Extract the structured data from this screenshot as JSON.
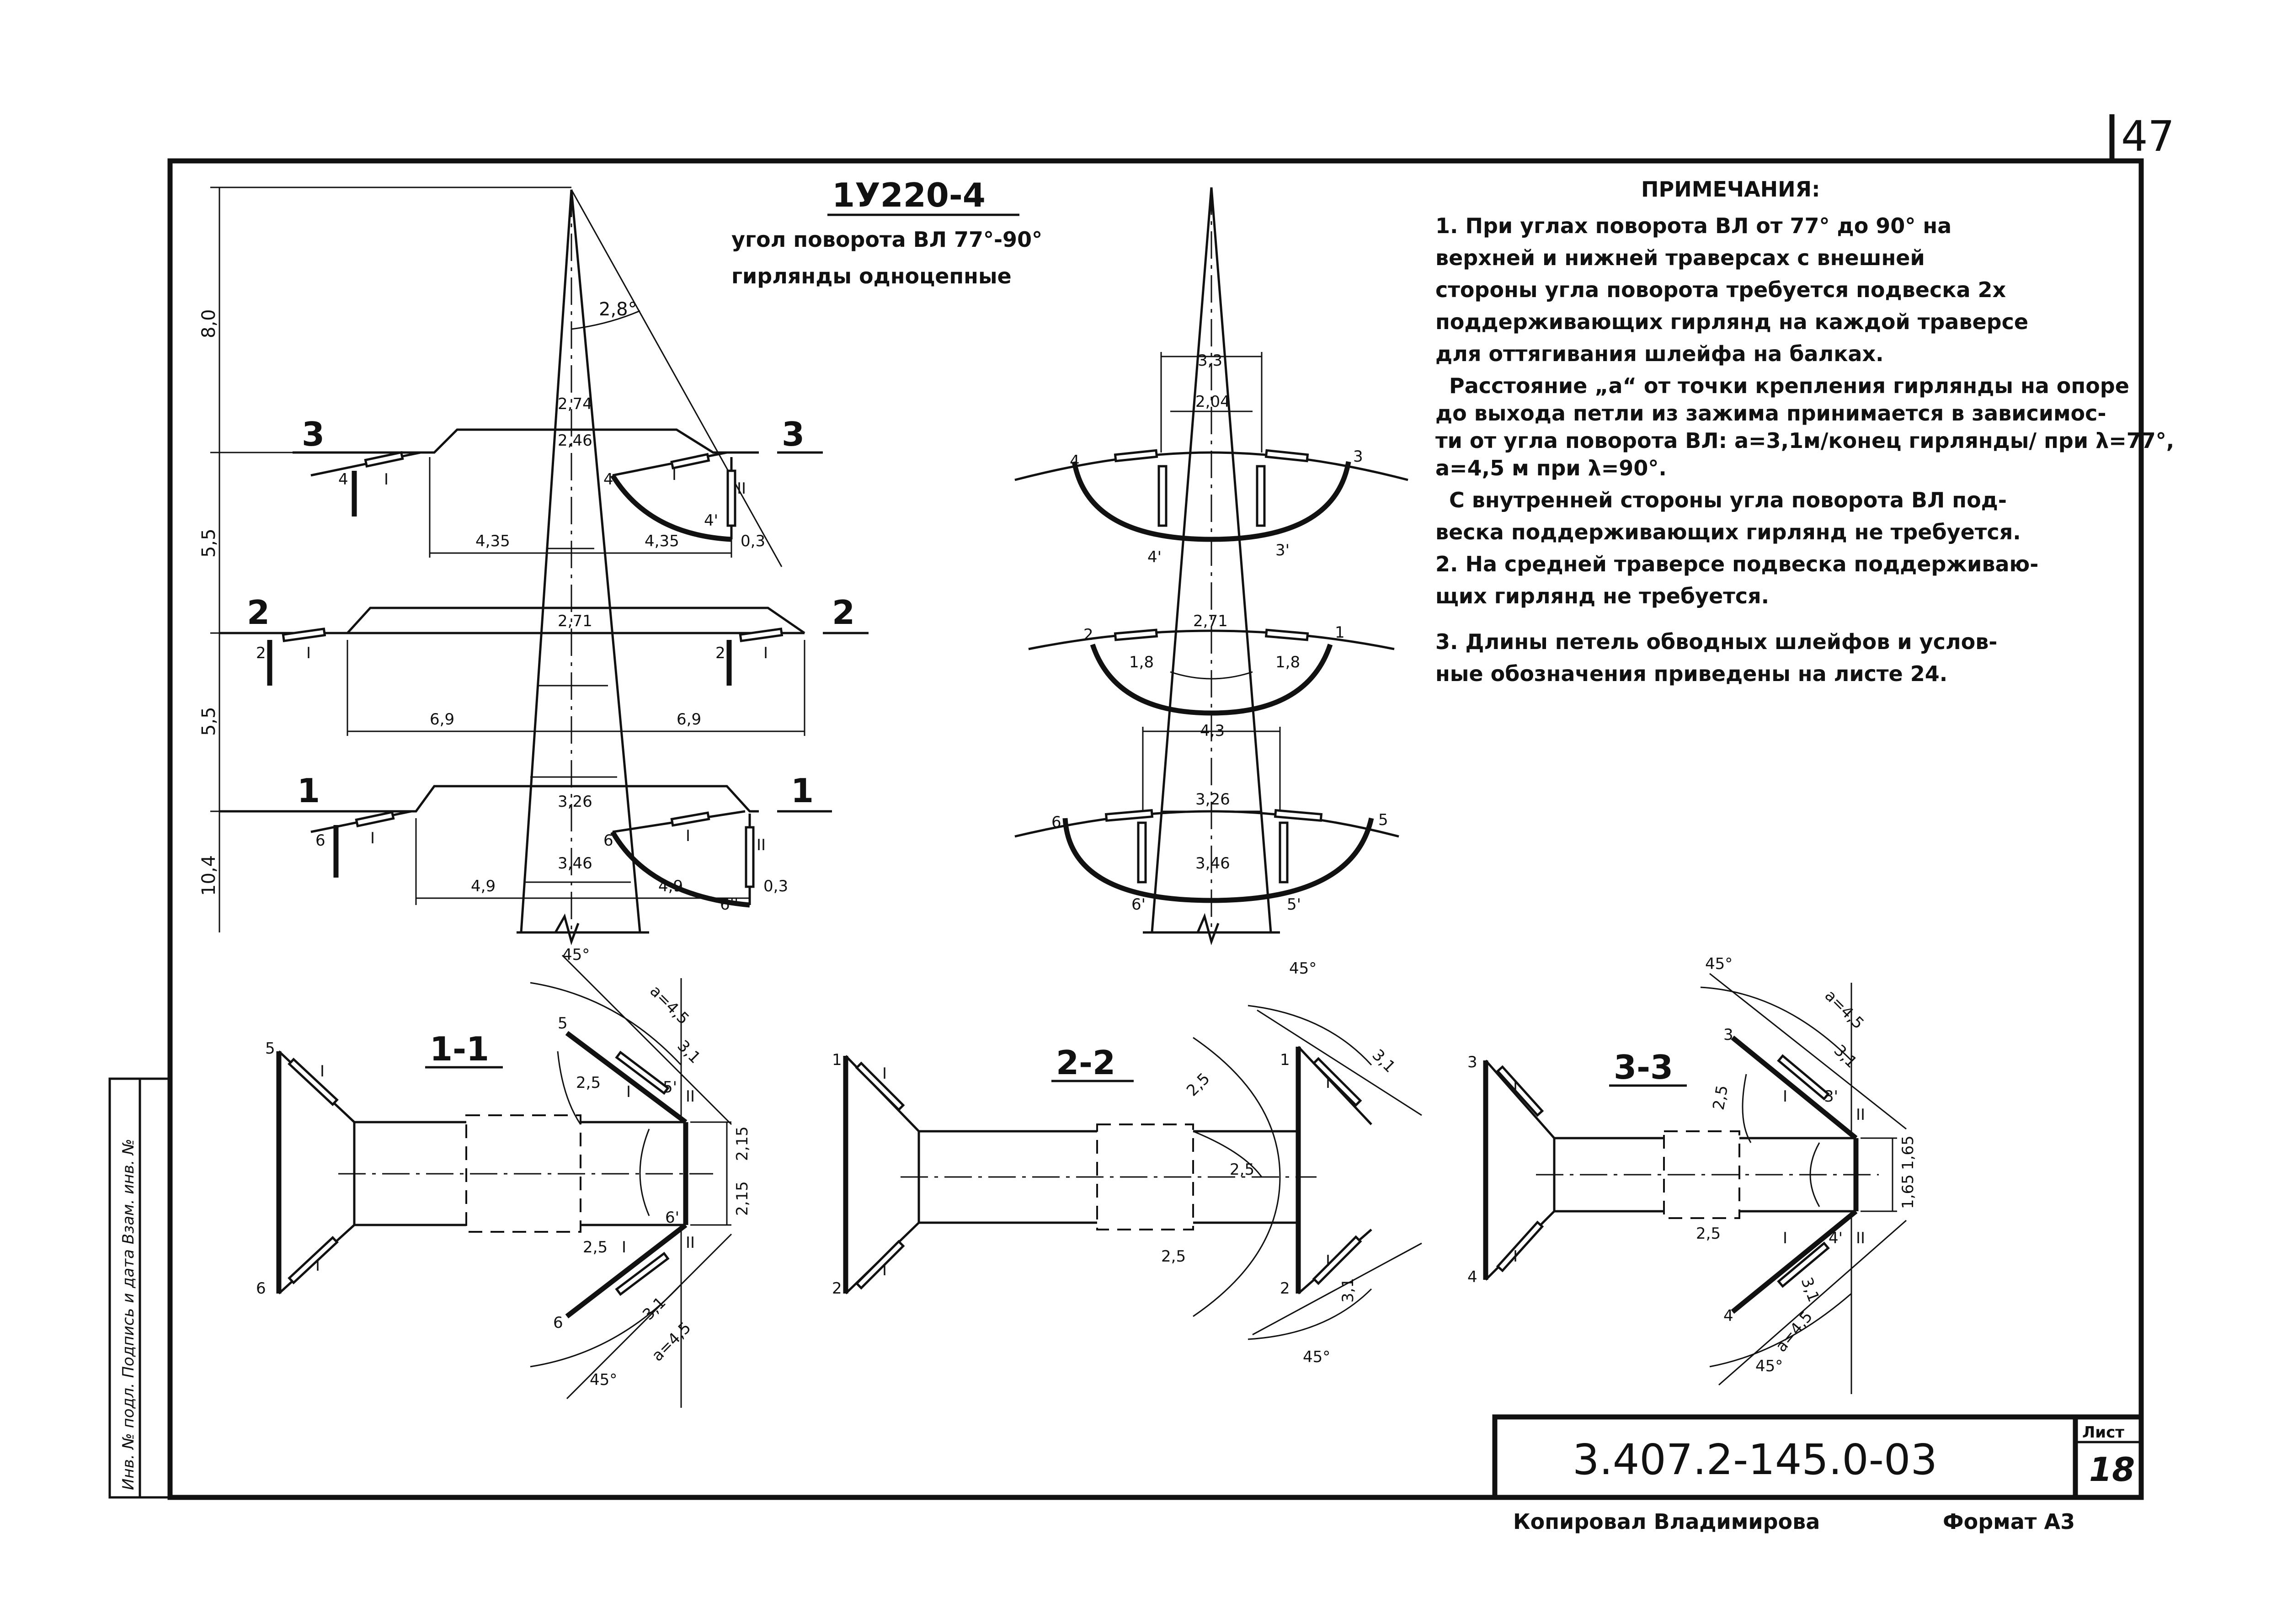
{
  "sheet_corner": "47",
  "title": {
    "code": "1У220-4",
    "line1": "угол поворота ВЛ 77°-90°",
    "line2": "гирлянды одноцепные"
  },
  "notes": {
    "heading": "ПРИМЕЧАНИЯ:",
    "lines": [
      "1. При углах поворота ВЛ от 77° до 90° на",
      "верхней и нижней траверсах с внешней",
      "стороны угла поворота требуется подвеска 2х",
      "поддерживающих гирлянд на каждой траверсе",
      "для оттягивания шлейфа на балках.",
      "Расстояние „а“ от точки крепления гирлянды на опоре",
      "до выхода петли из зажима принимается в зависимос-",
      "ти от угла поворота ВЛ: а=3,1м/конец гирлянды/ при λ=77°,",
      "а=4,5 м при λ=90°.",
      "С внутренней стороны угла поворота ВЛ под-",
      "веска поддерживающих гирлянд не требуется.",
      "2. На средней траверсе подвеска поддерживаю-",
      "щих гирлянд не требуется.",
      "3. Длины петель обводных шлейфов и услов-",
      "ные обозначения приведены на листе 24."
    ]
  },
  "front_view": {
    "heights": [
      "8,0",
      "5,5",
      "5,5",
      "10,4"
    ],
    "angle": "2,8°",
    "top_traverse": {
      "label": "3",
      "dim_top": "2,74",
      "dim_mid": "2,46",
      "left": "4,35",
      "right": "4,35",
      "offset": "0,3"
    },
    "mid_traverse": {
      "label": "2",
      "dim_mid": "2,71",
      "left": "6,9",
      "right": "6,9"
    },
    "bot_traverse": {
      "label": "1",
      "dim_mid": "3,26",
      "dim_low": "3,46",
      "left": "4,9",
      "right": "4,9",
      "offset": "0,3"
    },
    "phase_marks": [
      "4",
      "4'",
      "2",
      "6",
      "6'",
      "I",
      "II"
    ]
  },
  "side_view": {
    "top": {
      "w1": "3,3",
      "w2": "2,04",
      "left": "4",
      "left2": "4'",
      "right": "3",
      "right2": "3'"
    },
    "mid": {
      "w": "2,71",
      "left": "2",
      "right": "1",
      "r": "1,8"
    },
    "bot": {
      "w1": "4,3",
      "w2": "3,26",
      "w3": "3,46",
      "left": "6",
      "left2": "6'",
      "right": "5",
      "right2": "5'"
    }
  },
  "sections": [
    {
      "label": "1-1",
      "angle": "45°",
      "a_top": "a=4,5",
      "a_bot": "a=4,5",
      "d31": "3,1",
      "r": "2,5",
      "h1": "2,15",
      "h2": "2,15",
      "pts": [
        "5",
        "6",
        "5'",
        "6'"
      ]
    },
    {
      "label": "2-2",
      "angle": "45°",
      "d31": "3,1",
      "r": "2,5",
      "pts": [
        "1",
        "2"
      ]
    },
    {
      "label": "3-3",
      "angle": "45°",
      "a_top": "a=4,5",
      "a_bot": "a=4,5",
      "d31": "3,1",
      "r": "2,5",
      "h1": "1,65",
      "h2": "1,65",
      "pts": [
        "3",
        "4",
        "3'",
        "4'"
      ]
    }
  ],
  "stamp": {
    "code": "3.407.2-145.0-03",
    "sheet_label": "Лист",
    "sheet_no": "18"
  },
  "side_strip": "Инв. № подл. Подпись и дата Взам. инв. №",
  "footer": {
    "copied": "Копировал Владимирова",
    "format": "Формат А3"
  }
}
